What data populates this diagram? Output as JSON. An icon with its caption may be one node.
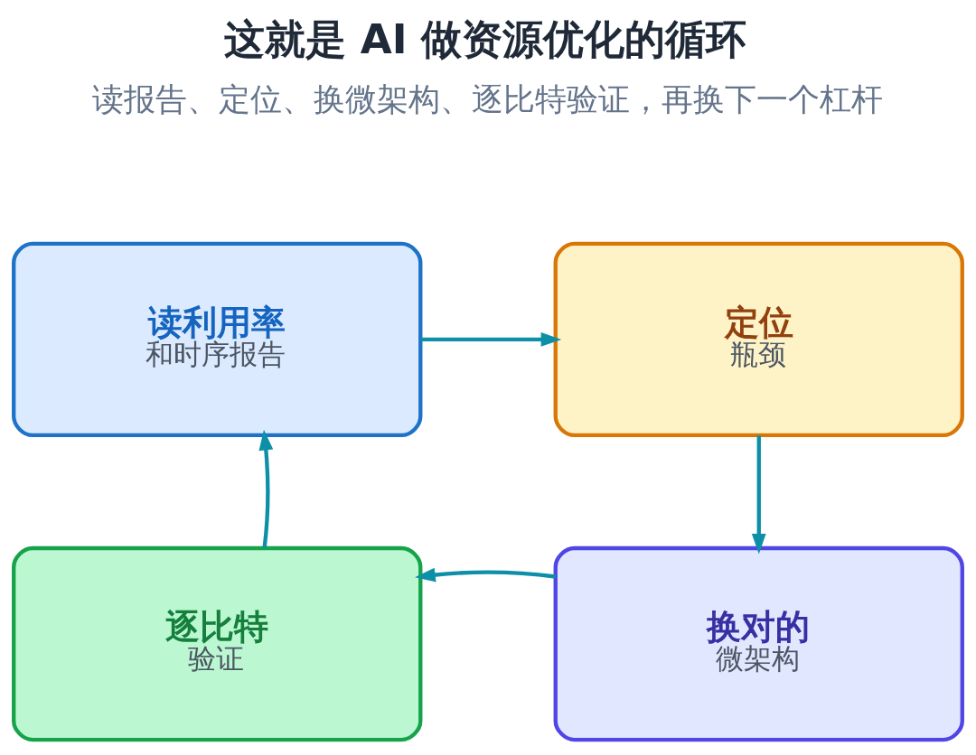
{
  "diagram": {
    "title": "这就是 AI 做资源优化的循环",
    "nodes": [
      {
        "text": [
          "读利用率",
          "和时序报告"
        ]
      },
      {
        "text": [
          "定位",
          "瓶颈"
        ]
      },
      {
        "text": [
          "换对的",
          "微架构"
        ]
      },
      {
        "text": [
          "逐比特",
          "验证"
        ]
      }
    ],
    "edges": [
      {
        "from": 0,
        "to": 1,
        "arrow": "to"
      },
      {
        "from": 1,
        "to": 2,
        "arrow": "to"
      },
      {
        "from": 2,
        "to": 3,
        "arrow": "to"
      },
      {
        "from": 3,
        "to": 0,
        "arrow": "to"
      }
    ],
    "labels": [
      "读报告、定位、换微架构、逐比特验证，再换下一个杠杆"
    ]
  }
}
